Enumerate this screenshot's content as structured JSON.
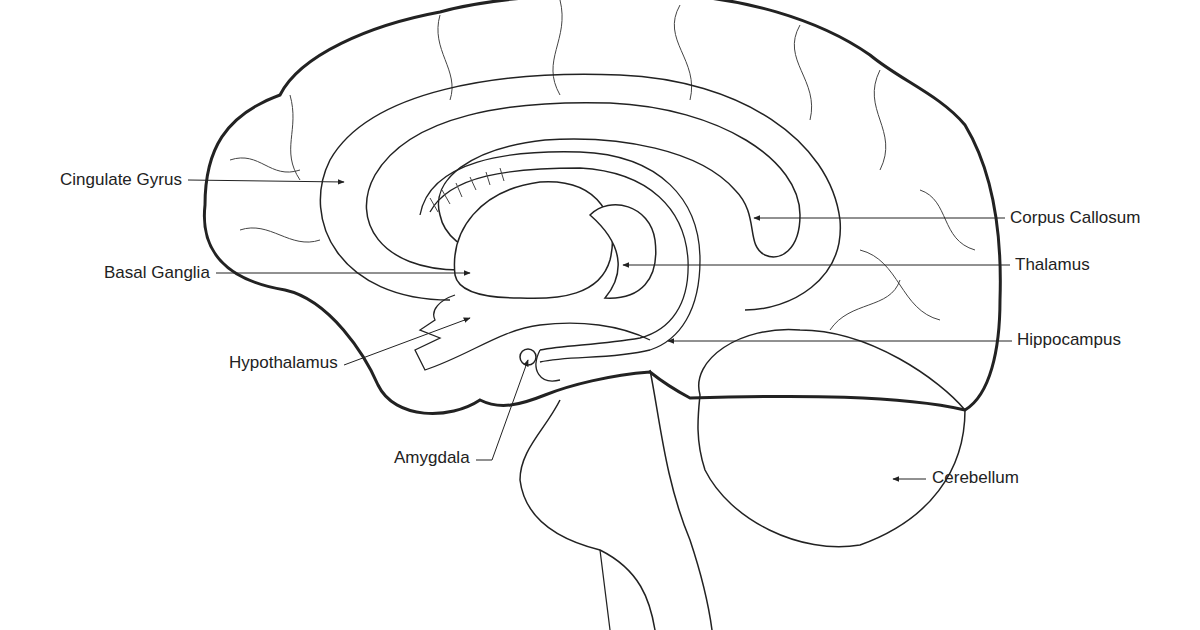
{
  "diagram": {
    "labels": [
      "Cingulate Gyrus",
      "Corpus Callosum",
      "Thalamus",
      "Basal Ganglia",
      "Hippocampus",
      "Hypothalamus",
      "Amygdala",
      "Cerebellum"
    ]
  }
}
